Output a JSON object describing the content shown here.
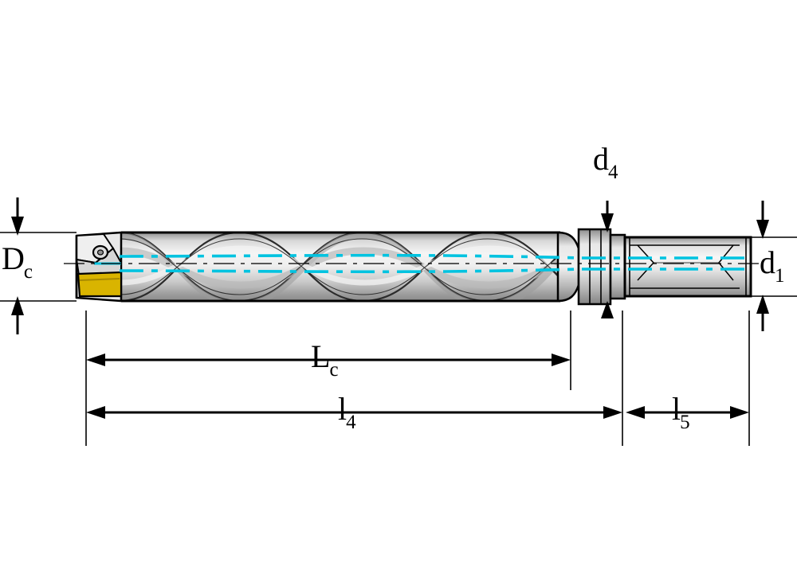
{
  "diagram": {
    "title": "Technical drawing of an indexable insert drill with dimension callouts",
    "object": "solid-carbide-style drill body with coolant channels, helical flutes and cylindrical shank",
    "colors": {
      "outline": "#000000",
      "body_light": "#f2f2f2",
      "body_mid": "#cfcfcf",
      "body_dark": "#9a9a9a",
      "coolant_channel": "#00c3e0",
      "insert_gold": "#d9b400",
      "background": "#ffffff"
    },
    "labels": [
      {
        "id": "Dc",
        "main": "D",
        "sub": "c",
        "meaning": "cutting diameter",
        "position": "left"
      },
      {
        "id": "d4",
        "main": "d",
        "sub": "4",
        "meaning": "neck / shank transition diameter",
        "position": "top"
      },
      {
        "id": "d1",
        "main": "d",
        "sub": "1",
        "meaning": "shank diameter",
        "position": "right"
      },
      {
        "id": "Lc",
        "main": "L",
        "sub": "c",
        "meaning": "flute length",
        "position": "bottom-1"
      },
      {
        "id": "l4",
        "main": "l",
        "sub": "4",
        "meaning": "overall usable length to shank",
        "position": "bottom-2"
      },
      {
        "id": "l5",
        "main": "l",
        "sub": "5",
        "meaning": "shank length",
        "position": "bottom-2-right"
      }
    ]
  }
}
